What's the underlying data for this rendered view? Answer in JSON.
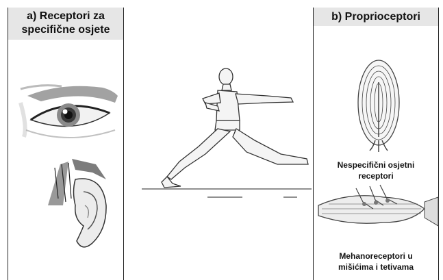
{
  "panel_a": {
    "title_line1": "a) Receptori za",
    "title_line2": "specifične osjete"
  },
  "panel_b": {
    "title": "b) Proprioceptori"
  },
  "captions": {
    "nonspecific_line1": "Nespecifični osjetni",
    "nonspecific_line2": "receptori",
    "mechano_line1": "Mehanoreceptori u",
    "mechano_line2": "mišićima i tetivama"
  }
}
